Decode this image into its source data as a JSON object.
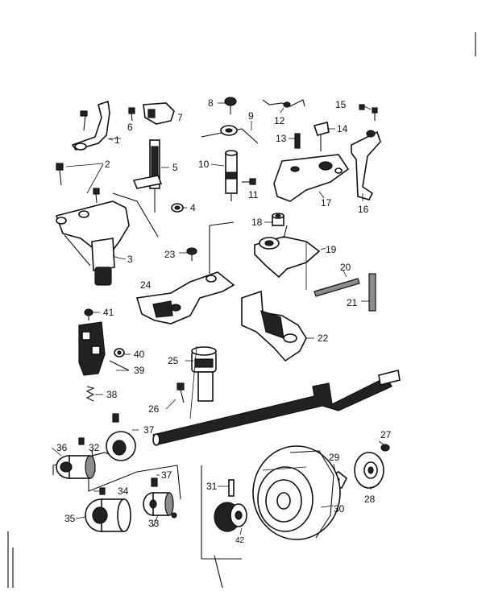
{
  "callouts": [
    "1",
    "2",
    "3",
    "4",
    "5",
    "6",
    "7",
    "8",
    "9",
    "10",
    "11",
    "12",
    "13",
    "14",
    "15",
    "16",
    "17",
    "18",
    "19",
    "20",
    "21",
    "22",
    "23",
    "24",
    "25",
    "26",
    "27",
    "28",
    "29",
    "30",
    "31",
    "32",
    "33",
    "34",
    "35",
    "36",
    "37",
    "37",
    "38",
    "39",
    "40",
    "41",
    "42"
  ]
}
